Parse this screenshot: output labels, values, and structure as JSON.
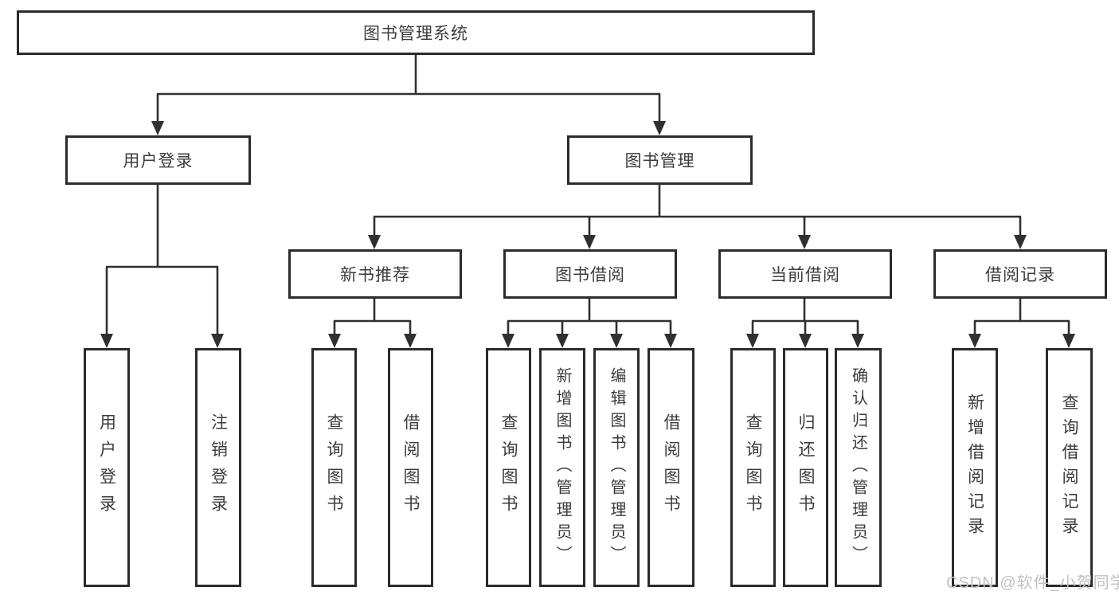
{
  "diagram": {
    "root": {
      "label": "图书管理系统"
    },
    "level2": [
      {
        "id": "user-login",
        "label": "用户登录"
      },
      {
        "id": "book-management",
        "label": "图书管理"
      }
    ],
    "level3": [
      {
        "id": "new-book-recommend",
        "label": "新书推荐"
      },
      {
        "id": "book-borrow",
        "label": "图书借阅"
      },
      {
        "id": "current-borrow",
        "label": "当前借阅"
      },
      {
        "id": "borrow-records",
        "label": "借阅记录"
      }
    ],
    "leaves": [
      {
        "id": "user-login",
        "parent": "user-login",
        "label": "用户登录"
      },
      {
        "id": "logout",
        "parent": "user-login",
        "label": "注销登录"
      },
      {
        "id": "query-books-1",
        "parent": "new-book-recommend",
        "label": "查询图书"
      },
      {
        "id": "borrow-books-1",
        "parent": "new-book-recommend",
        "label": "借阅图书"
      },
      {
        "id": "query-books-2",
        "parent": "book-borrow",
        "label": "查询图书"
      },
      {
        "id": "add-books-admin",
        "parent": "book-borrow",
        "label": "新增图书（管理员）"
      },
      {
        "id": "edit-books-admin",
        "parent": "book-borrow",
        "label": "编辑图书（管理员）"
      },
      {
        "id": "borrow-books-2",
        "parent": "book-borrow",
        "label": "借阅图书"
      },
      {
        "id": "query-books-3",
        "parent": "current-borrow",
        "label": "查询图书"
      },
      {
        "id": "return-books",
        "parent": "current-borrow",
        "label": "归还图书"
      },
      {
        "id": "confirm-return-admin",
        "parent": "current-borrow",
        "label": "确认归还（管理员）"
      },
      {
        "id": "add-borrow-record",
        "parent": "borrow-records",
        "label": "新增借阅记录"
      },
      {
        "id": "query-borrow-record",
        "parent": "borrow-records",
        "label": "查询借阅记录"
      }
    ]
  },
  "watermark": {
    "text": "CSDN @软件_小贺同学"
  },
  "colors": {
    "background": "#ffffff",
    "line": "#303030",
    "box_border": "#2b2b2b",
    "text": "#3c3c3c",
    "watermark": "#c2c2c2"
  }
}
